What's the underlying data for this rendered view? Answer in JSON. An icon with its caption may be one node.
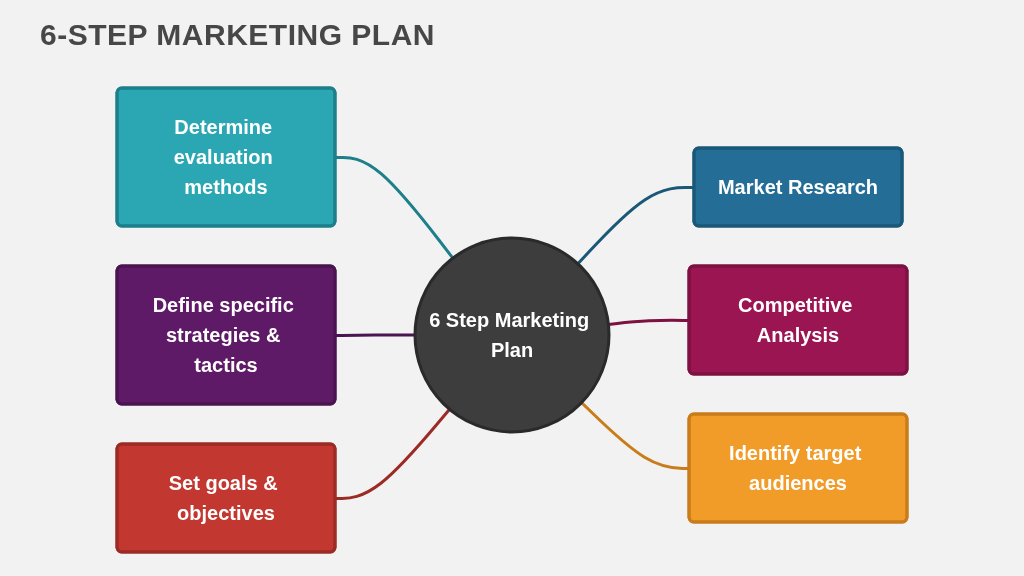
{
  "diagram": {
    "title": "6-STEP MARKETING PLAN",
    "nodes": [
      {
        "text": [
          "Determine evaluation methods"
        ]
      },
      {
        "text": [
          "Market Research"
        ]
      },
      {
        "text": [
          "Define specific strategies & tactics"
        ]
      },
      {
        "text": [
          "6 Step Marketing Plan"
        ]
      },
      {
        "text": [
          "Competitive Analysis"
        ]
      },
      {
        "text": [
          "Set goals & objectives"
        ]
      },
      {
        "text": [
          "Identify target audiences"
        ]
      }
    ],
    "edges": [
      {
        "from": 0,
        "to": 3,
        "arrow": "none",
        "color": "#1d7f8a"
      },
      {
        "from": 3,
        "to": 1,
        "arrow": "none",
        "color": "#1b5878"
      },
      {
        "from": 2,
        "to": 3,
        "arrow": "none",
        "color": "#4a1451"
      },
      {
        "from": 3,
        "to": 4,
        "arrow": "none",
        "color": "#7c1142"
      },
      {
        "from": 5,
        "to": 3,
        "arrow": "none",
        "color": "#9c2a25"
      },
      {
        "from": 3,
        "to": 6,
        "arrow": "none",
        "color": "#c97d1a"
      }
    ]
  }
}
